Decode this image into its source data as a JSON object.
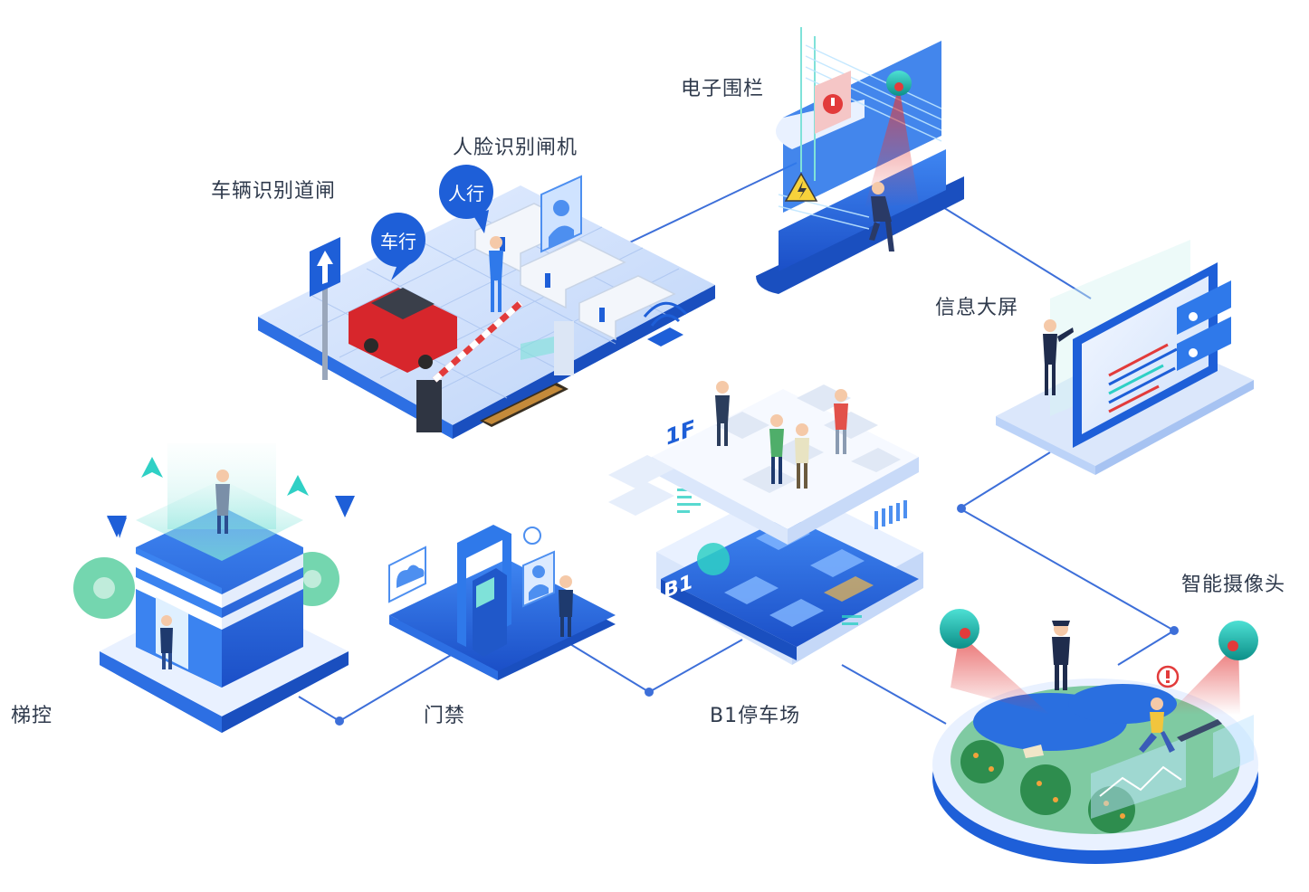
{
  "labels": {
    "elevator_control": "梯控",
    "access_control": "门禁",
    "parking_b1": "B1停车场",
    "vehicle_gate": "车辆识别道闸",
    "face_gate": "人脸识别闸机",
    "electronic_fence": "电子围栏",
    "info_screen": "信息大屏",
    "smart_camera": "智能摄像头"
  },
  "bubbles": {
    "vehicle": "车行",
    "pedestrian": "人行"
  },
  "floor_marks": {
    "upper": "1F",
    "lower": "B1"
  },
  "colors": {
    "primary": "#1e5fd8",
    "primary_light": "#4d8ff0",
    "platform_top": "#cfe0fb",
    "line": "#3d6fd9",
    "teal": "#2ec9c0",
    "grass": "#5fba8a",
    "water": "#2a6fe0",
    "alert_red": "#e23b3b",
    "car_red": "#d7262c"
  }
}
